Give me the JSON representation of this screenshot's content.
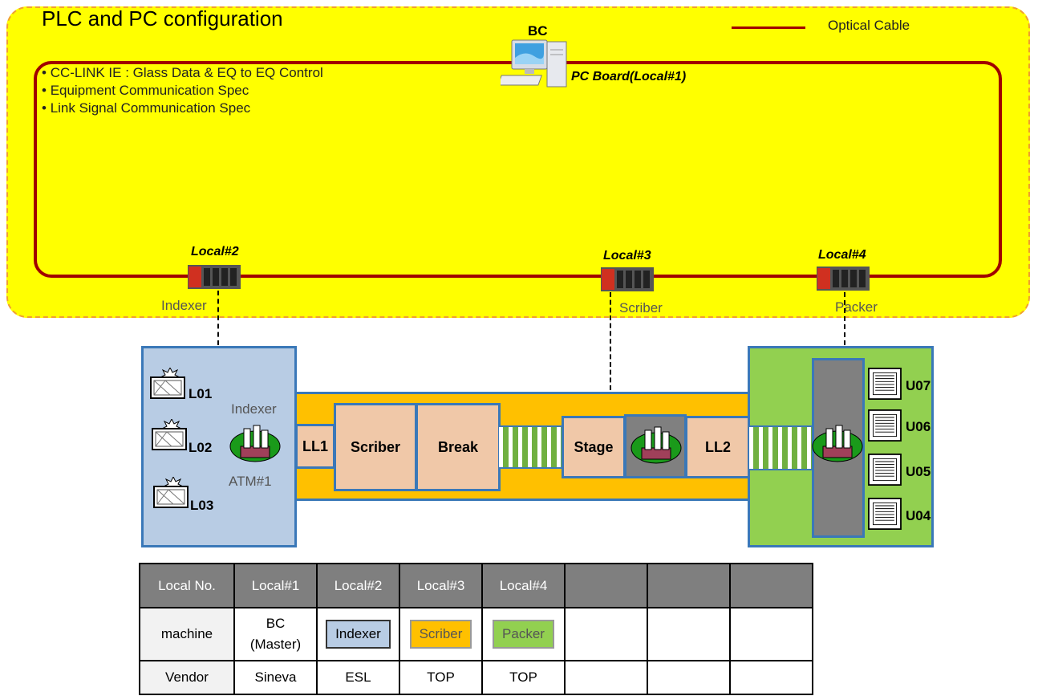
{
  "title": "PLC and PC configuration",
  "legend": {
    "label": "Optical Cable",
    "color": "#a00000"
  },
  "bullets": [
    "CC-LINK IE : Glass Data & EQ to EQ Control",
    "Equipment Communication Spec",
    "Link Signal Communication Spec"
  ],
  "bc": {
    "label": "BC",
    "board": "PC Board(Local#1)"
  },
  "locals": [
    {
      "name": "Local#2",
      "machine": "Indexer"
    },
    {
      "name": "Local#3",
      "machine": "Scriber"
    },
    {
      "name": "Local#4",
      "machine": "Packer"
    }
  ],
  "indexer": {
    "label": "Indexer",
    "robot": "ATM#1",
    "ports": [
      "L01",
      "L02",
      "L03"
    ]
  },
  "line": {
    "stations": [
      "LL1",
      "Scriber",
      "Break",
      "Stage",
      "LL2"
    ]
  },
  "packer": {
    "ports": [
      "U07",
      "U06",
      "U05",
      "U04"
    ]
  },
  "colors": {
    "indexer": "#b8cce4",
    "scriber": "#ffc000",
    "packer": "#92d050",
    "network_panel": "#ffff00"
  },
  "table": {
    "headers": [
      "Local No.",
      "Local#1",
      "Local#2",
      "Local#3",
      "Local#4",
      "",
      "",
      ""
    ],
    "rows": [
      {
        "label": "machine",
        "cells": [
          "BC\n(Master)",
          "Indexer",
          "Scriber",
          "Packer",
          "",
          "",
          ""
        ]
      },
      {
        "label": "Vendor",
        "cells": [
          "Sineva",
          "ESL",
          "TOP",
          "TOP",
          "",
          "",
          ""
        ]
      }
    ]
  }
}
